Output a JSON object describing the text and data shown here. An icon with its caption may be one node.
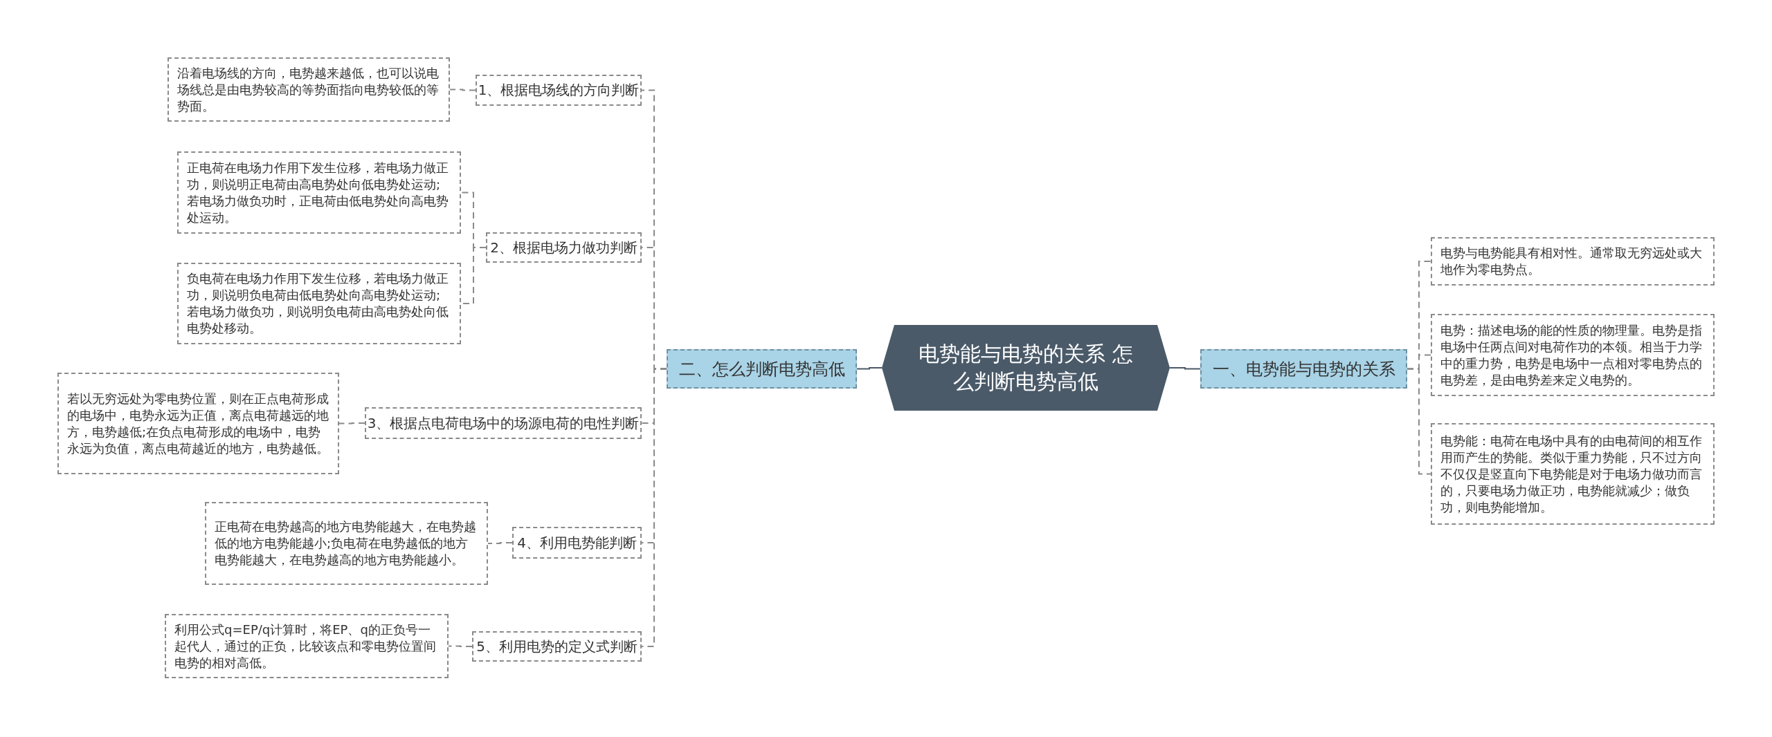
{
  "diagram": {
    "nodes": [
      {
        "text": [
          "电势能与电势的关系 怎么判断电势高低"
        ]
      },
      {
        "text": [
          "一、电势能与电势的关系"
        ]
      },
      {
        "text": [
          "二、怎么判断电势高低"
        ]
      },
      {
        "text": [
          "电势与电势能具有相对性。通常取无穷远处或大地作为零电势点。"
        ]
      },
      {
        "text": [
          "电势：描述电场的能的性质的物理量。电势是指电场中任两点间对电荷作功的本领。相当于力学中的重力势，电势是电场中一点相对零电势点的电势差，是由电势差来定义电势的。"
        ]
      },
      {
        "text": [
          "电势能：电荷在电场中具有的由电荷间的相互作用而产生的势能。类似于重力势能，只不过方向不仅仅是竖直向下电势能是对于电场力做功而言的，只要电场力做正功，电势能就减少；做负功，则电势能增加。"
        ]
      },
      {
        "text": [
          "1、根据电场线的方向判断"
        ]
      },
      {
        "text": [
          "沿着电场线的方向，电势越来越低，也可以说电场线总是由电势较高的等势面指向电势较低的等势面。"
        ]
      },
      {
        "text": [
          "2、根据电场力做功判断"
        ]
      },
      {
        "text": [
          "正电荷在电场力作用下发生位移，若电场力做正功，则说明正电荷由高电势处向低电势处运动;若电场力做负功时，正电荷由低电势处向高电势处运动。"
        ]
      },
      {
        "text": [
          "负电荷在电场力作用下发生位移，若电场力做正功，则说明负电荷由低电势处向高电势处运动;若电场力做负功，则说明负电荷由高电势处向低电势处移动。"
        ]
      },
      {
        "text": [
          "3、根据点电荷电场中的场源电荷的电性判断"
        ]
      },
      {
        "text": [
          "若以无穷远处为零电势位置，则在正点电荷形成的电场中，电势永远为正值，离点电荷越远的地方，电势越低;在负点电荷形成的电场中，电势永远为负值，离点电荷越近的地方，电势越低。"
        ]
      },
      {
        "text": [
          "4、利用电势能判断"
        ]
      },
      {
        "text": [
          "正电荷在电势越高的地方电势能越大，在电势越低的地方电势能越小;负电荷在电势越低的地方电势能越大，在电势越高的地方电势能越小。"
        ]
      },
      {
        "text": [
          "5、利用电势的定义式判断"
        ]
      },
      {
        "text": [
          "利用公式q=EP/q计算时，将EP、q的正负号一起代人，通过的正负，比较该点和零电势位置间电势的相对高低。"
        ]
      }
    ],
    "edges": [
      {
        "from": 0,
        "to": 1,
        "arrow": "none"
      },
      {
        "from": 0,
        "to": 2,
        "arrow": "none"
      },
      {
        "from": 1,
        "to": 3,
        "arrow": "none",
        "style": "dashed"
      },
      {
        "from": 1,
        "to": 4,
        "arrow": "none",
        "style": "dashed"
      },
      {
        "from": 1,
        "to": 5,
        "arrow": "none",
        "style": "dashed"
      },
      {
        "from": 2,
        "to": 6,
        "arrow": "none",
        "style": "dashed"
      },
      {
        "from": 2,
        "to": 8,
        "arrow": "none",
        "style": "dashed"
      },
      {
        "from": 2,
        "to": 11,
        "arrow": "none",
        "style": "dashed"
      },
      {
        "from": 2,
        "to": 13,
        "arrow": "none",
        "style": "dashed"
      },
      {
        "from": 2,
        "to": 15,
        "arrow": "none",
        "style": "dashed"
      },
      {
        "from": 6,
        "to": 7,
        "arrow": "none",
        "style": "dashed"
      },
      {
        "from": 8,
        "to": 9,
        "arrow": "none",
        "style": "dashed"
      },
      {
        "from": 8,
        "to": 10,
        "arrow": "none",
        "style": "dashed"
      },
      {
        "from": 11,
        "to": 12,
        "arrow": "none",
        "style": "dashed"
      },
      {
        "from": 13,
        "to": 14,
        "arrow": "none",
        "style": "dashed"
      },
      {
        "from": 15,
        "to": 16,
        "arrow": "none",
        "style": "dashed"
      }
    ]
  }
}
